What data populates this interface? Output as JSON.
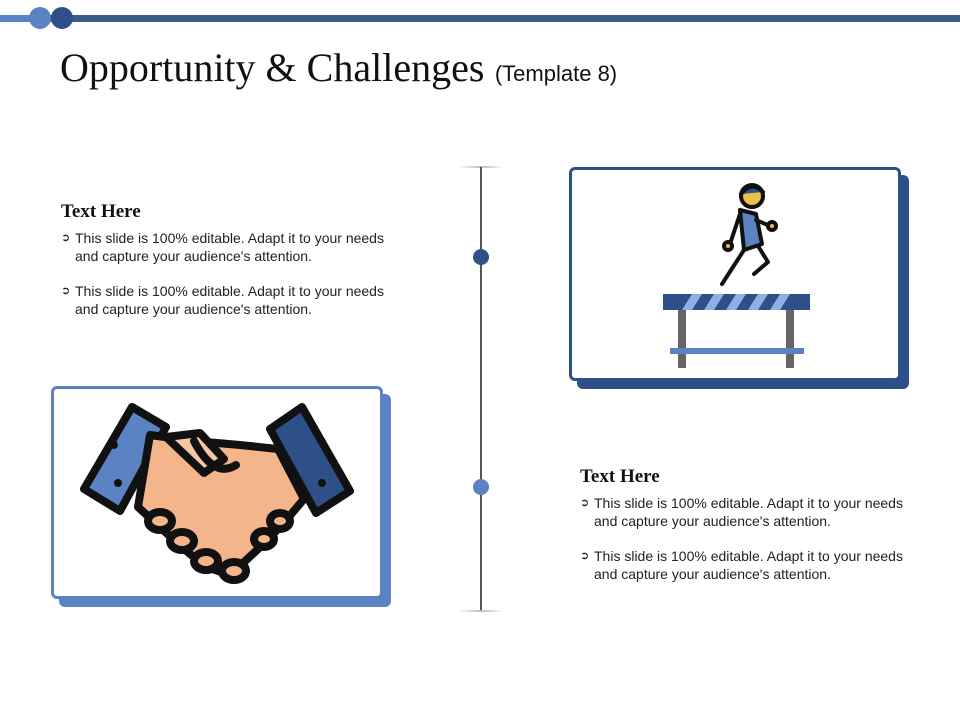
{
  "slide": {
    "title": "Opportunity & Challenges",
    "subtitle": "(Template 8)"
  },
  "colors": {
    "accent_dark": "#2e5088",
    "accent_light": "#5b82c2",
    "line": "#3b5a8c"
  },
  "blocks": [
    {
      "heading": "Text Here",
      "bullets": [
        "This slide is 100% editable. Adapt it to your needs and capture your audience's attention.",
        "This slide is 100% editable. Adapt it to your needs and capture your audience's attention."
      ]
    },
    {
      "heading": "Text Here",
      "bullets": [
        "This slide is 100% editable. Adapt it to your needs and capture your audience's attention.",
        "This slide is 100% editable. Adapt it to your needs and capture your audience's attention."
      ]
    }
  ],
  "icons": {
    "challenge": "hurdle-jumper-icon",
    "opportunity": "handshake-icon",
    "bullet": "circle-arrow-right-icon"
  }
}
